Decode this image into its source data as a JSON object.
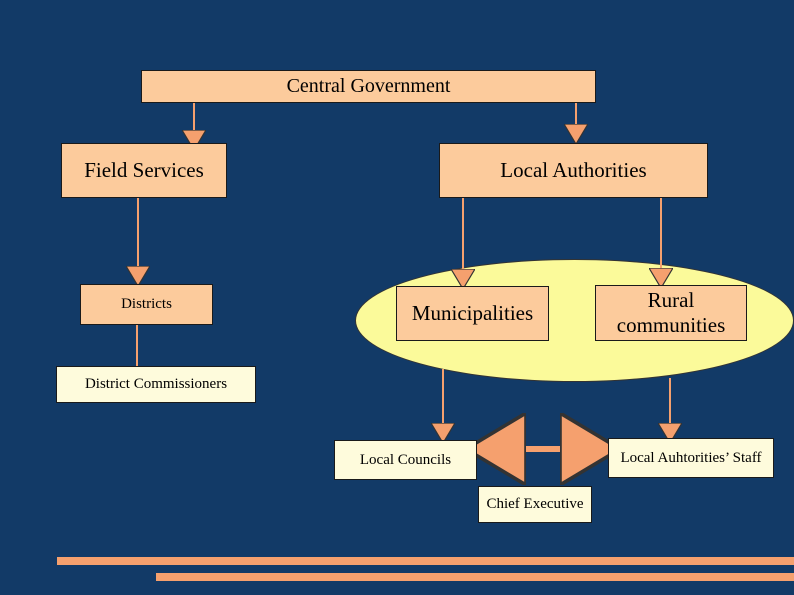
{
  "nodes": {
    "central_government": "Central Government",
    "field_services": "Field Services",
    "local_authorities": "Local Authorities",
    "districts": "Districts",
    "municipalities": "Municipalities",
    "rural_communities": "Rural communities",
    "district_commissioners": "District Commissioners",
    "local_councils": "Local Councils",
    "local_authorities_staff": "Local Auhtorities’ Staff",
    "chief_executive": "Chief Executive"
  },
  "colors": {
    "background": "#123a67",
    "box_fill": "#fccb9c",
    "light_box_fill": "#fefbdc",
    "ellipse_fill": "#fbfa9a",
    "arrow": "#f5a06e"
  }
}
